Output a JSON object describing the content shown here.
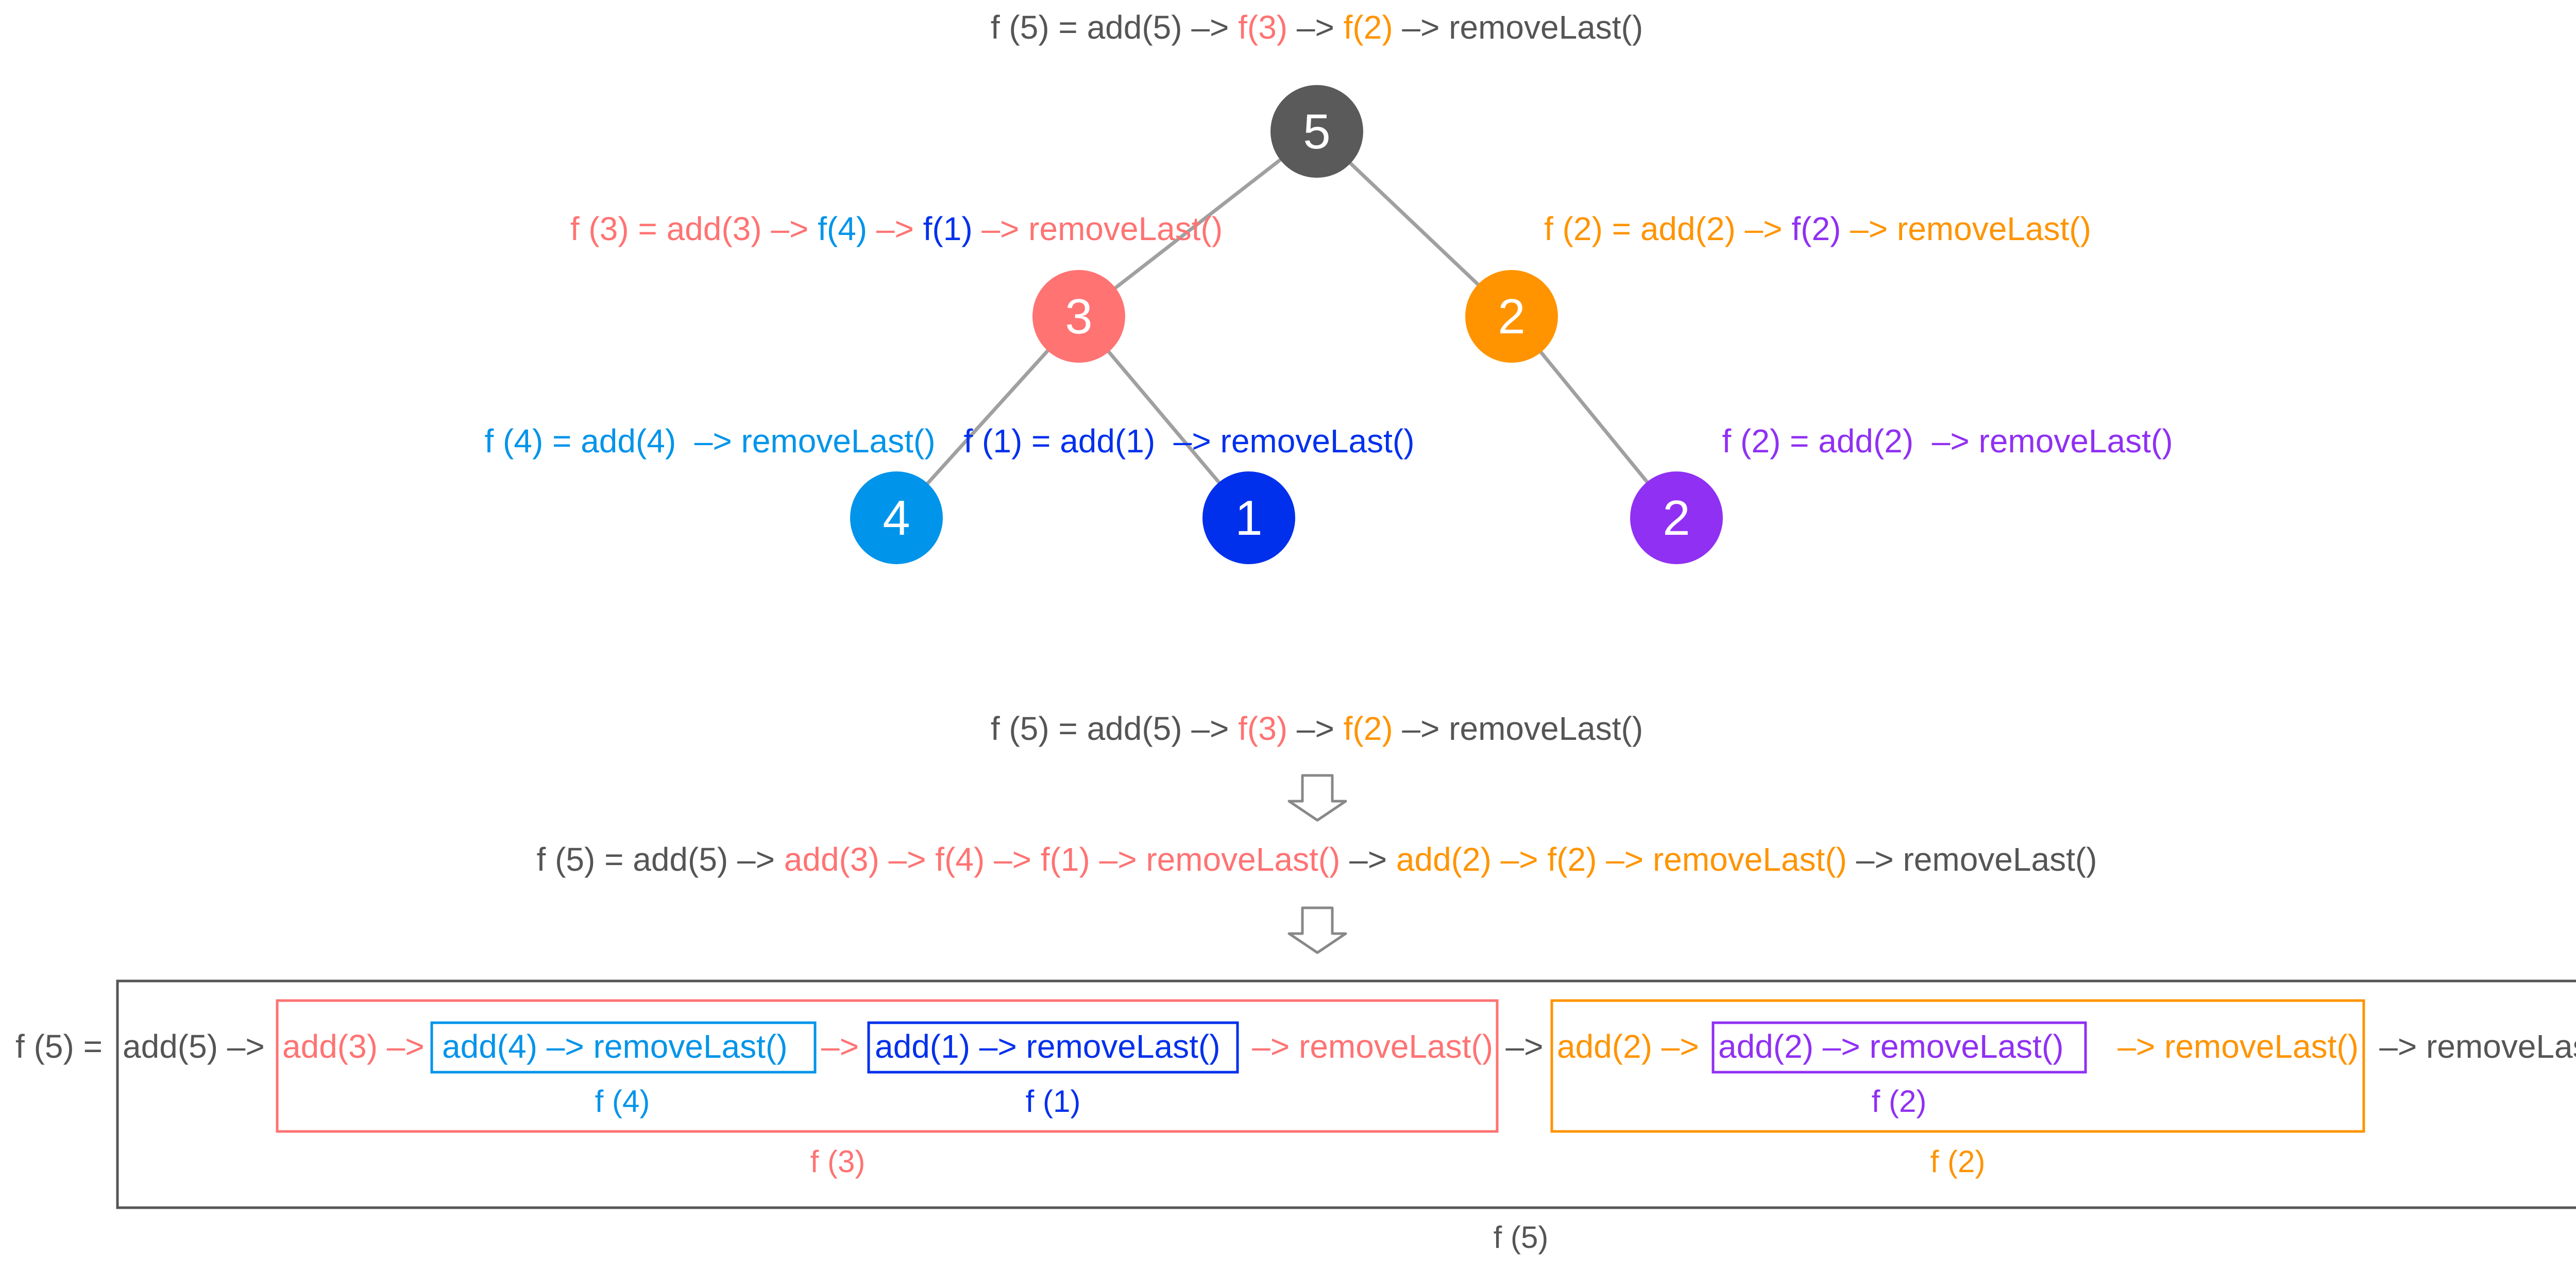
{
  "colors": {
    "gray": "#555555",
    "salmon": "#FF7373",
    "orange": "#FF9400",
    "sky": "#0094EA",
    "blue": "#0030EC",
    "purple": "#9030F3",
    "node_dark": "#5A5A5A",
    "edge": "#A0A0A0",
    "outer_box": "#555555"
  },
  "tree": {
    "top_formula": [
      {
        "t": "f (5) = add(5) –> ",
        "c": "gray"
      },
      {
        "t": "f(3)",
        "c": "salmon"
      },
      {
        "t": " –> ",
        "c": "gray"
      },
      {
        "t": "f(2)",
        "c": "orange"
      },
      {
        "t": " –> removeLast()",
        "c": "gray"
      }
    ],
    "nodes": [
      {
        "id": "root-5",
        "label": "5",
        "color": "node_dark"
      },
      {
        "id": "left-3",
        "label": "3",
        "color": "salmon"
      },
      {
        "id": "right-2",
        "label": "2",
        "color": "orange"
      },
      {
        "id": "leaf-4",
        "label": "4",
        "color": "sky"
      },
      {
        "id": "leaf-1",
        "label": "1",
        "color": "blue"
      },
      {
        "id": "leaf-2",
        "label": "2",
        "color": "purple"
      }
    ],
    "edges": [
      [
        "root-5",
        "left-3"
      ],
      [
        "root-5",
        "right-2"
      ],
      [
        "left-3",
        "leaf-4"
      ],
      [
        "left-3",
        "leaf-1"
      ],
      [
        "right-2",
        "leaf-2"
      ]
    ],
    "node_labels": [
      {
        "id": "f3-formula",
        "segments": [
          {
            "t": "f (3) = add(3) –> ",
            "c": "salmon"
          },
          {
            "t": "f(4)",
            "c": "sky"
          },
          {
            "t": " –> ",
            "c": "salmon"
          },
          {
            "t": "f(1)",
            "c": "blue"
          },
          {
            "t": " –> removeLast()",
            "c": "salmon"
          }
        ]
      },
      {
        "id": "f2-formula",
        "segments": [
          {
            "t": "f (2) = add(2) –> ",
            "c": "orange"
          },
          {
            "t": "f(2)",
            "c": "purple"
          },
          {
            "t": " –> removeLast()",
            "c": "orange"
          }
        ]
      },
      {
        "id": "f4-formula",
        "segments": [
          {
            "t": "f (4) = add(4)  –> removeLast()",
            "c": "sky"
          }
        ]
      },
      {
        "id": "f1-formula",
        "segments": [
          {
            "t": "f (1) = add(1)  –> removeLast()",
            "c": "blue"
          }
        ]
      },
      {
        "id": "f2-leaf-formula",
        "segments": [
          {
            "t": "f (2) = add(2)  –> removeLast()",
            "c": "purple"
          }
        ]
      }
    ]
  },
  "expansion": {
    "line1": [
      {
        "t": "f (5) = add(5) –> ",
        "c": "gray"
      },
      {
        "t": "f(3)",
        "c": "salmon"
      },
      {
        "t": " –> ",
        "c": "gray"
      },
      {
        "t": "f(2)",
        "c": "orange"
      },
      {
        "t": " –> removeLast()",
        "c": "gray"
      }
    ],
    "line2": [
      {
        "t": "f (5) = add(5) –> ",
        "c": "gray"
      },
      {
        "t": "add(3) –> f(4) –> f(1) –> removeLast()",
        "c": "salmon"
      },
      {
        "t": " –> ",
        "c": "gray"
      },
      {
        "t": "add(2) –> f(2) –> removeLast()",
        "c": "orange"
      },
      {
        "t": " –> removeLast()",
        "c": "gray"
      }
    ]
  },
  "boxed": {
    "prefix": "f (5) =",
    "add5": "add(5) –>",
    "f3_add": "add(3) –>",
    "f4_text": "add(4)  –> removeLast()",
    "arrow_between": "–>",
    "f1_text": "add(1)  –> removeLast()",
    "f3_remove": "–> removeLast()",
    "middle_arrow": "–>",
    "f2_add": "add(2) –>",
    "f2inner_text": "add(2)  –> removeLast()",
    "f2_remove": "–> removeLast()",
    "tail": "–> removeLast()",
    "label_f4": "f (4)",
    "label_f1": "f (1)",
    "label_f2inner": "f (2)",
    "label_f3": "f (3)",
    "label_f2": "f (2)",
    "label_f5": "f (5)"
  }
}
